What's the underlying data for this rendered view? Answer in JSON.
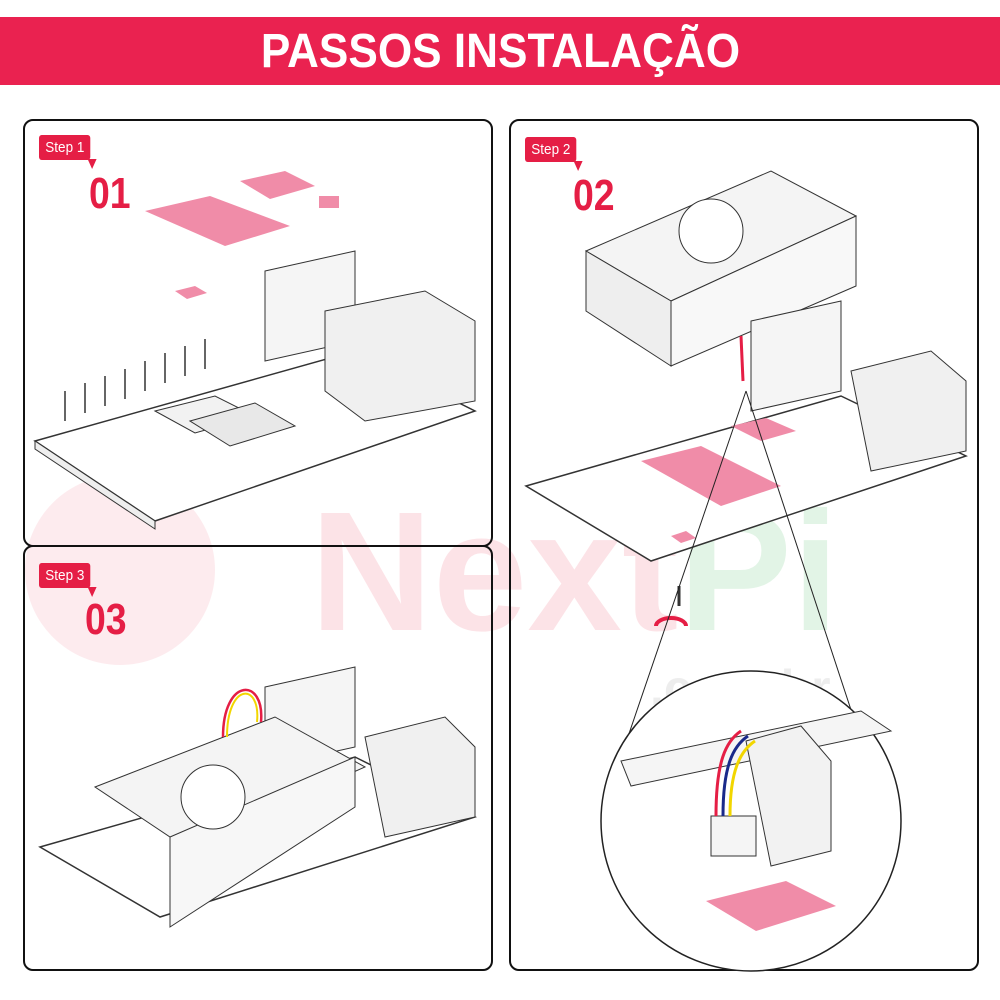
{
  "header": {
    "title": "PASSOS INSTALAÇÃO"
  },
  "steps": [
    {
      "tag": "Step 1",
      "number": "01"
    },
    {
      "tag": "Step 2",
      "number": "02"
    },
    {
      "tag": "Step 3",
      "number": "03"
    }
  ],
  "watermark": {
    "text": "NextPi",
    "sub": ".com.br"
  },
  "colors": {
    "brand": "#ea2250",
    "pad": "#f08ca8",
    "watermark_red": "#fde0e4",
    "watermark_green": "#dff3e3"
  }
}
